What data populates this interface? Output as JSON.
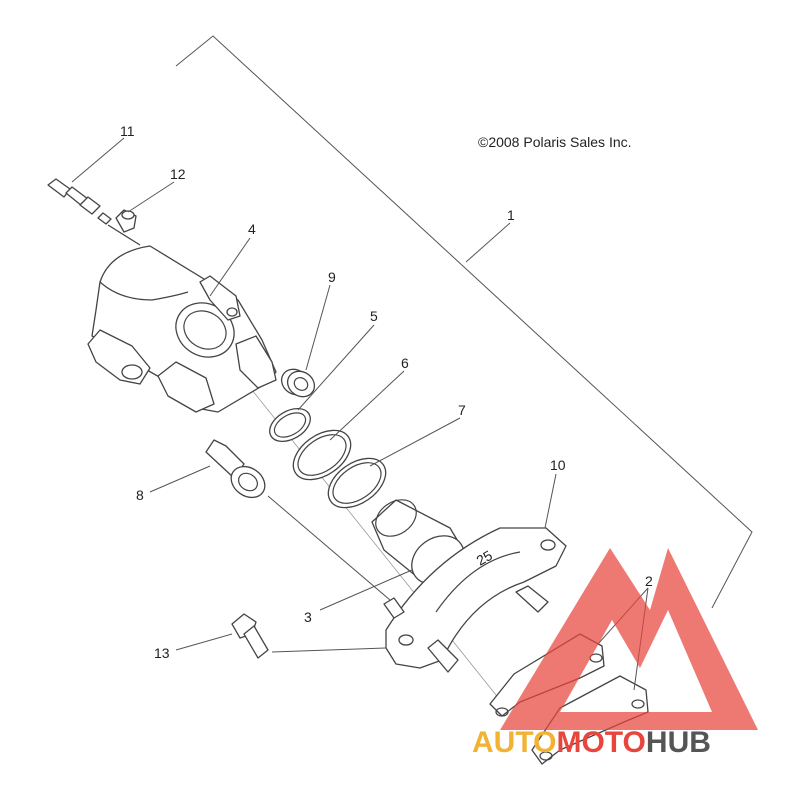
{
  "copyright": "©2008 Polaris Sales Inc.",
  "callouts": {
    "c1": "1",
    "c2": "2",
    "c3": "3",
    "c4": "4",
    "c5": "5",
    "c6": "6",
    "c7": "7",
    "c8": "8",
    "c9": "9",
    "c10": "10",
    "c11": "11",
    "c12": "12",
    "c13": "13"
  },
  "bracket_marking": "25",
  "watermark": {
    "part1": "AUTO",
    "part2": "MOTO",
    "part3": "HUB",
    "color_orange": "#f2b233",
    "color_red": "#e8453c",
    "color_gray": "#555555"
  }
}
